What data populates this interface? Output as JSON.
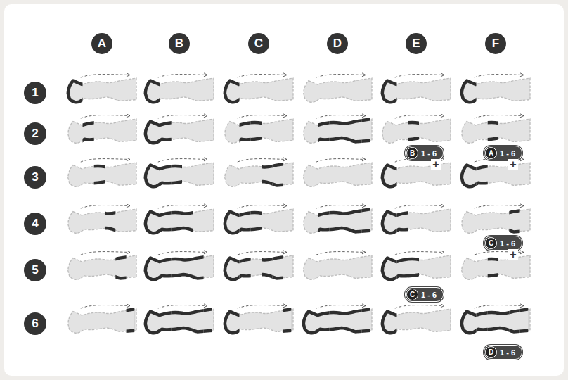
{
  "diagram": {
    "nodes": [
      {
        "text": [
          "A"
        ]
      },
      {
        "text": [
          "B"
        ]
      },
      {
        "text": [
          "C"
        ]
      },
      {
        "text": [
          "D"
        ]
      },
      {
        "text": [
          "E"
        ]
      },
      {
        "text": [
          "F"
        ]
      },
      {
        "text": [
          "1"
        ]
      },
      {
        "text": [
          "2"
        ]
      },
      {
        "text": [
          "B",
          "1 - 6"
        ]
      },
      {
        "text": [
          "A",
          "1 - 6"
        ]
      },
      {
        "text": [
          "3"
        ]
      },
      {
        "text": [
          "4"
        ]
      },
      {
        "text": [
          "C",
          "1 - 6"
        ]
      },
      {
        "text": [
          "5"
        ]
      },
      {
        "text": [
          "C",
          "1 - 6"
        ]
      },
      {
        "text": [
          "6"
        ]
      },
      {
        "text": [
          "D",
          "1 - 6"
        ]
      }
    ],
    "labels": [
      "+",
      "+",
      "+"
    ]
  }
}
